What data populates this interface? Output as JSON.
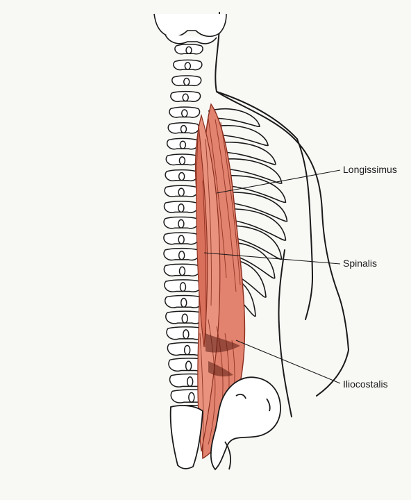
{
  "labels": {
    "longissimus": "Longissimus",
    "spinalis": "Spinalis",
    "iliocostalis": "Iliocostalis"
  },
  "colors": {
    "background": "#f8f8f5",
    "outline": "#1a1a1a",
    "muscle": "#e2836f",
    "muscle_dark": "#8a2e1e"
  }
}
